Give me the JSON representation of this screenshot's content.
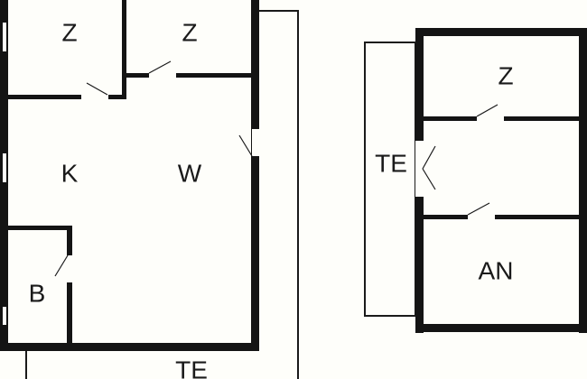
{
  "plan_left": {
    "rooms": [
      {
        "id": "z1",
        "label": "Z"
      },
      {
        "id": "z2",
        "label": "Z"
      },
      {
        "id": "k",
        "label": "K"
      },
      {
        "id": "w",
        "label": "W"
      },
      {
        "id": "b",
        "label": "B"
      },
      {
        "id": "te",
        "label": "TE"
      }
    ]
  },
  "plan_right": {
    "rooms": [
      {
        "id": "z",
        "label": "Z"
      },
      {
        "id": "te",
        "label": "TE"
      },
      {
        "id": "an",
        "label": "AN"
      }
    ]
  },
  "colors": {
    "wall": "#141414",
    "background": "#fefefa"
  }
}
